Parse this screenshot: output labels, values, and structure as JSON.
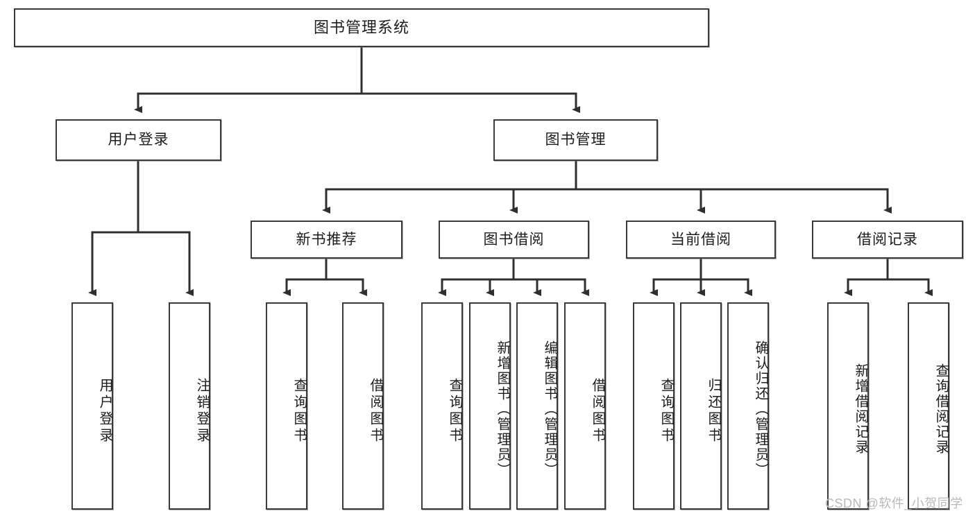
{
  "diagram": {
    "title": "图书管理系统",
    "type": "hierarchy-tree",
    "root": {
      "label": "图书管理系统"
    },
    "level1": [
      {
        "label": "用户登录"
      },
      {
        "label": "图书管理"
      }
    ],
    "level2": [
      {
        "label": "新书推荐"
      },
      {
        "label": "图书借阅"
      },
      {
        "label": "当前借阅"
      },
      {
        "label": "借阅记录"
      }
    ],
    "leaves": {
      "user_login": [
        {
          "label": "用户登录"
        },
        {
          "label": "注销登录"
        }
      ],
      "new_book_recommend": [
        {
          "label": "查询图书"
        },
        {
          "label": "借阅图书"
        }
      ],
      "book_borrow": [
        {
          "label": "查询图书"
        },
        {
          "label": "新增图书（管理员）"
        },
        {
          "label": "编辑图书（管理员）"
        },
        {
          "label": "借阅图书"
        }
      ],
      "current_borrow": [
        {
          "label": "查询图书"
        },
        {
          "label": "归还图书"
        },
        {
          "label": "确认归还（管理员）"
        }
      ],
      "borrow_records": [
        {
          "label": "新增借阅记录"
        },
        {
          "label": "查询借阅记录"
        }
      ]
    }
  },
  "watermark": {
    "text": "CSDN @软件_小贺同学"
  },
  "colors": {
    "box_border": "#3a3a3a",
    "box_fill": "#ffffff",
    "text": "#1c1c1c",
    "connector": "#2f2f2f",
    "watermark": "#b9b9b9"
  }
}
